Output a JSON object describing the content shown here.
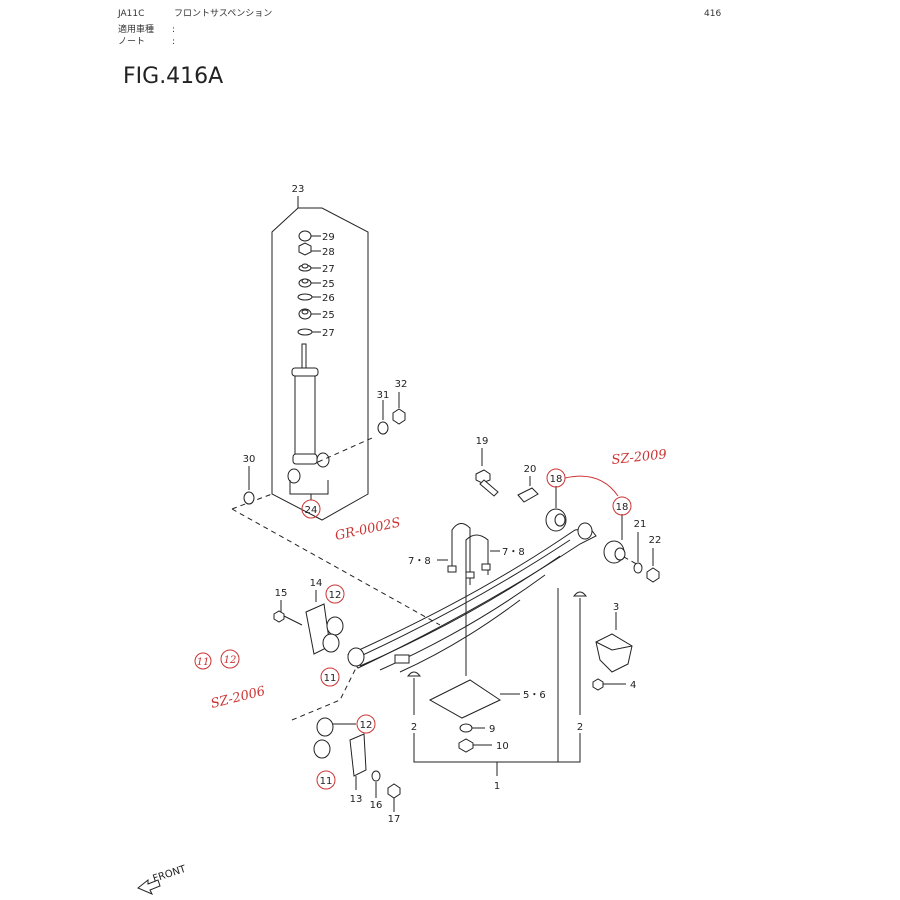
{
  "header": {
    "model": "JA11C",
    "section": "フロントサスペンション",
    "page": "416",
    "vehicle_label": "適用車種",
    "note_label": "ノート",
    "colon": ":"
  },
  "figure_title": "FIG.416A",
  "front_label": "FRONT",
  "callouts": {
    "c1": "1",
    "c2a": "2",
    "c2b": "2",
    "c3": "3",
    "c4": "4",
    "c56": "5・6",
    "c78a": "7・8",
    "c78b": "7・8",
    "c9": "9",
    "c10": "10",
    "c11a": "11",
    "c11b": "11",
    "c12a": "12",
    "c12b": "12",
    "c13": "13",
    "c14": "14",
    "c15": "15",
    "c16": "16",
    "c17": "17",
    "c18a": "18",
    "c18b": "18",
    "c19": "19",
    "c20": "20",
    "c21": "21",
    "c22": "22",
    "c23": "23",
    "c24": "24",
    "c25a": "25",
    "c25b": "25",
    "c26": "26",
    "c27a": "27",
    "c27b": "27",
    "c28": "28",
    "c29": "29",
    "c30": "30",
    "c31": "31",
    "c32": "32"
  },
  "handwritten_notes": {
    "sz2009": "SZ-2009",
    "gr0002s": "GR-0002S",
    "sz2006": "SZ-2006",
    "n11": "11",
    "n12": "12"
  },
  "colors": {
    "line": "#222222",
    "annotation": "#cc3333",
    "background": "#ffffff"
  }
}
